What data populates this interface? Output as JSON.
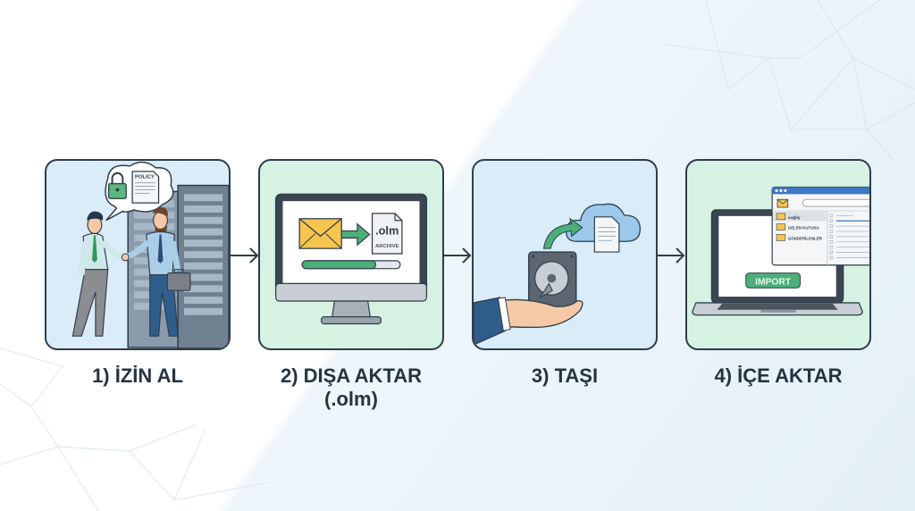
{
  "steps": [
    {
      "number": "1)",
      "label": "1) İZİN AL",
      "label_line2": "",
      "panel_color": "#d9ecf8",
      "illustration": "handshake-in-server-room",
      "bubble": {
        "doc_label": "POLICY",
        "icons": [
          "lock-icon",
          "policy-document-icon"
        ]
      }
    },
    {
      "number": "2)",
      "label": "2) DIŞA AKTAR",
      "label_line2": "(.olm)",
      "panel_color": "#d5f2e2",
      "illustration": "monitor-export",
      "file": {
        "ext": ".olm",
        "caption": "ARCHIVE"
      },
      "progress_percent": 75
    },
    {
      "number": "3)",
      "label": "3) TAŞI",
      "label_line2": "",
      "panel_color": "#d9ecf8",
      "illustration": "hand-holding-hard-drive-to-cloud"
    },
    {
      "number": "4)",
      "label": "4) İÇE AKTAR",
      "label_line2": "",
      "panel_color": "#d5f2e2",
      "illustration": "laptop-import",
      "import_button": "IMPORT",
      "mail_window": {
        "folders": [
          "sağlıy",
          "GELEN KUTUSU",
          "GÖNDERİLENLER"
        ]
      }
    }
  ],
  "colors": {
    "outline": "#2f3d4a",
    "text": "#243442",
    "accent_green": "#4caf78",
    "envelope_yellow": "#f6c54e",
    "cloud_blue": "#9cc8ec"
  }
}
